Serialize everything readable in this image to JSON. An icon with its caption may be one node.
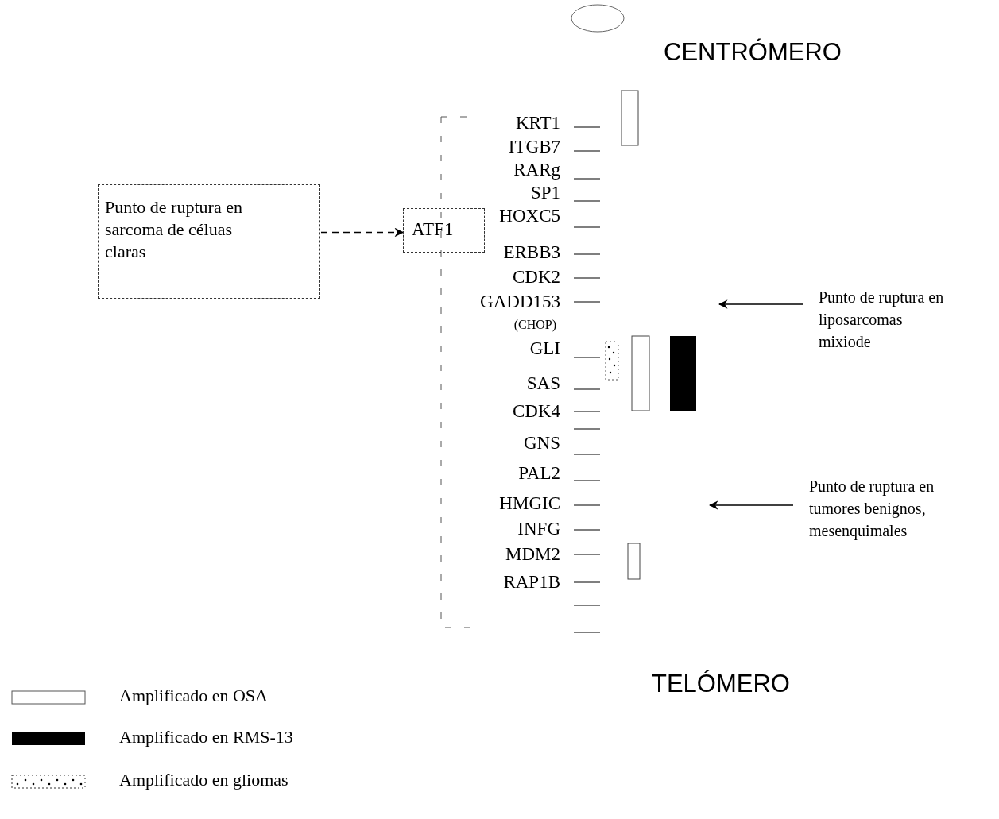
{
  "diagram": {
    "nodes": [
      {
        "text": [
          "Punto de ruptura en sarcoma de céluas claras"
        ]
      },
      {
        "text": [
          "ATF1"
        ]
      },
      {
        "text": [
          "Punto de ruptura en liposarcomas mixiode"
        ]
      },
      {
        "text": [
          "Punto de ruptura en tumores benignos, mesenquimales"
        ]
      }
    ],
    "edges": [
      {
        "from": 0,
        "to": 1,
        "arrow": "to",
        "style": "dashed"
      },
      {
        "from": 2,
        "to": null,
        "arrow": "to"
      },
      {
        "from": 3,
        "to": null,
        "arrow": "to"
      }
    ],
    "labels": [
      "CENTRÓMERO",
      "KRT1",
      "ITGB7",
      "RARg",
      "SP1",
      "HOXC5",
      "ERBB3",
      "CDK2",
      "GADD153",
      "(CHOP)",
      "GLI",
      "SAS",
      "CDK4",
      "GNS",
      "PAL2",
      "HMGIC",
      "INFG",
      "MDM2",
      "RAP1B",
      "TELÓMERO"
    ],
    "legend": [
      {
        "text": "Amplificado en OSA"
      },
      {
        "text": "Amplificado en RMS-13",
        "color": "#000000"
      },
      {
        "text": "Amplificado en gliomas"
      }
    ]
  }
}
